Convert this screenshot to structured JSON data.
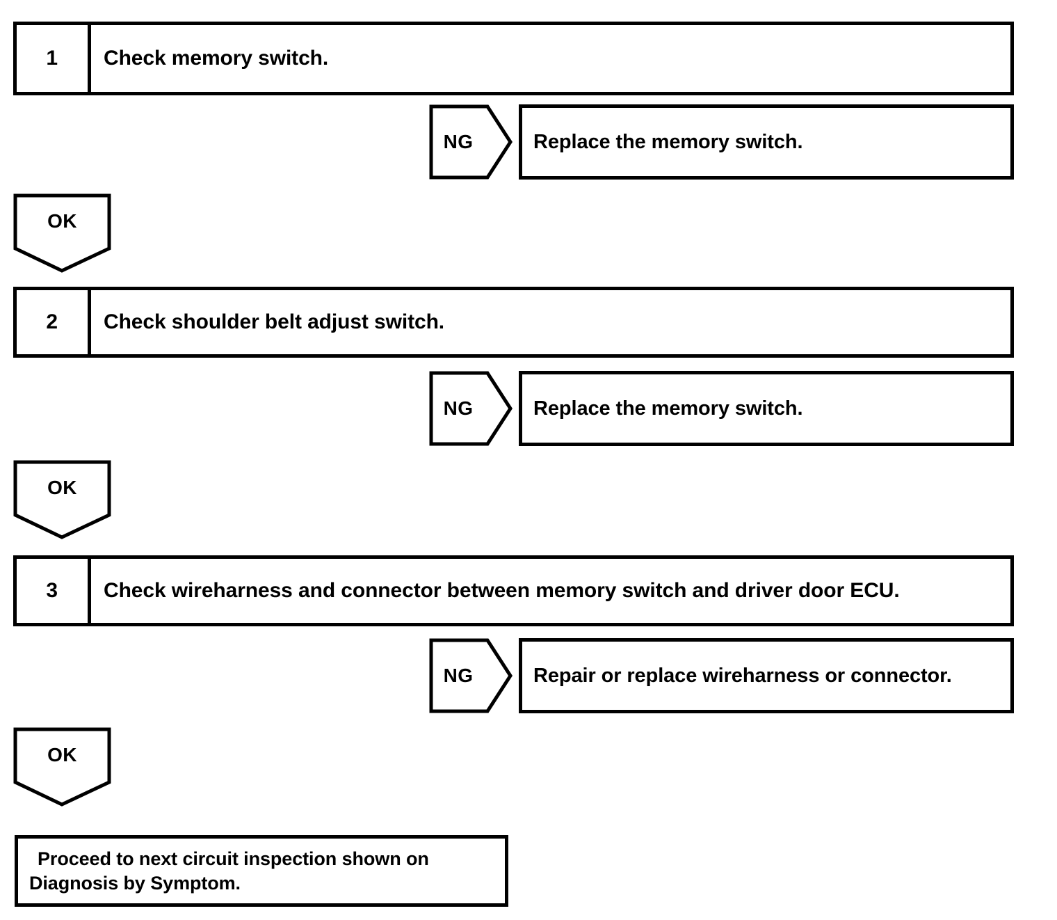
{
  "document": {
    "kind": "diagnostic-flowchart",
    "colors": {
      "ink": "#000000",
      "paper": "#ffffff"
    }
  },
  "steps": [
    {
      "number": "1",
      "instruction": "Check memory switch.",
      "ng": {
        "label": "NG",
        "result": "Replace the memory switch."
      },
      "ok": {
        "label": "OK"
      }
    },
    {
      "number": "2",
      "instruction": "Check shoulder belt adjust switch.",
      "ng": {
        "label": "NG",
        "result": "Replace the memory switch."
      },
      "ok": {
        "label": "OK"
      }
    },
    {
      "number": "3",
      "instruction": "Check wireharness and connector between memory switch and driver door ECU.",
      "ng": {
        "label": "NG",
        "result": "Repair or replace wireharness or connector."
      },
      "ok": {
        "label": "OK"
      }
    }
  ],
  "terminal": {
    "line1": "Proceed to next circuit inspection shown on",
    "line2": "Diagnosis by Symptom."
  }
}
